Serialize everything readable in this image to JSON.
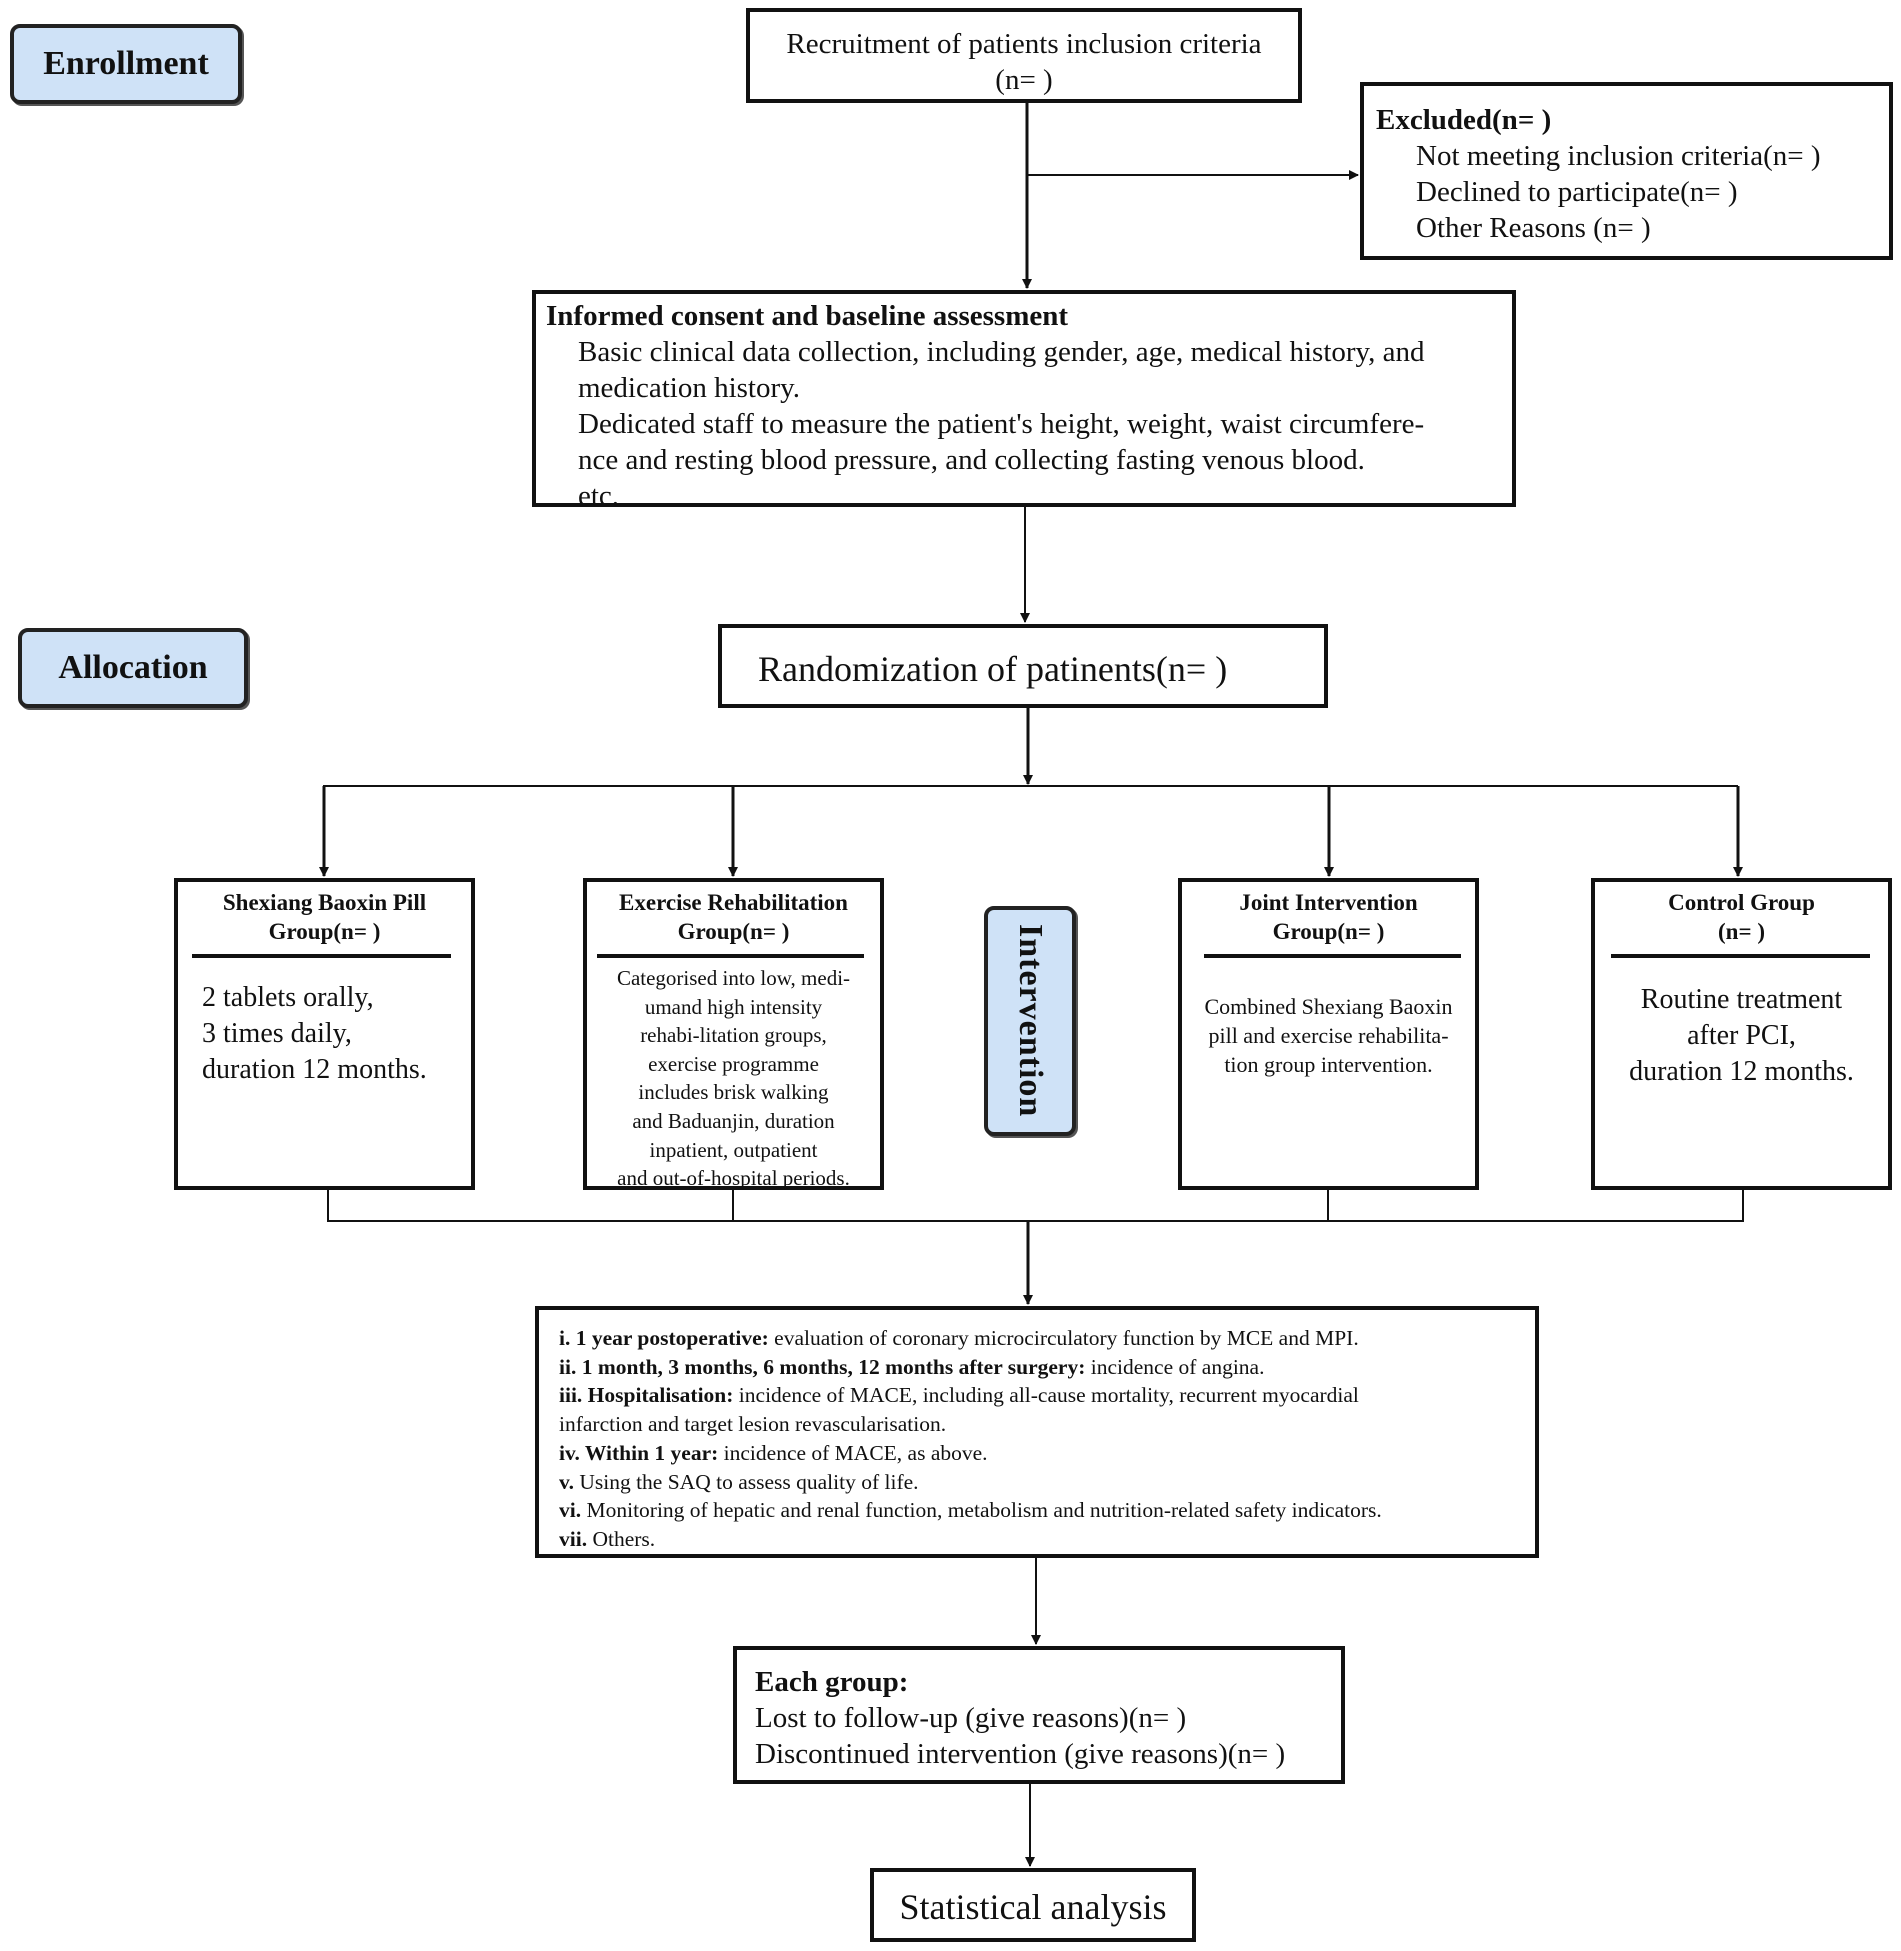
{
  "stages": {
    "enrollment": "Enrollment",
    "allocation": "Allocation",
    "intervention": "Intervention"
  },
  "recruitment": {
    "line1": "Recruitment of patients inclusion criteria",
    "line2": "(n= )"
  },
  "excluded": {
    "title": "Excluded(n= )",
    "items": [
      "Not meeting inclusion criteria(n= )",
      "Declined to participate(n= )",
      "Other Reasons (n= )"
    ]
  },
  "consent": {
    "title": "Informed consent and baseline assessment",
    "lines": [
      "Basic clinical data collection, including gender, age, medical history, and",
      "medication history.",
      "Dedicated staff to measure the patient's height, weight, waist circumfere-",
      "nce and resting blood pressure, and collecting fasting venous blood.",
      "etc."
    ]
  },
  "randomization": "Randomization of patinents(n= )",
  "groups": [
    {
      "title": [
        "Shexiang Baoxin Pill",
        "Group(n= )"
      ],
      "body": [
        "2 tablets orally,",
        "3 times daily,",
        "duration 12 months."
      ]
    },
    {
      "title": [
        "Exercise Rehabilitation",
        "Group(n= )"
      ],
      "body": [
        "Categorised into low, medi-",
        "umand high intensity",
        "rehabi-litation groups,",
        "exercise programme",
        "includes brisk walking",
        "and Baduanjin, duration",
        "inpatient, outpatient",
        "and out-of-hospital periods."
      ]
    },
    {
      "title": [
        "Joint Intervention",
        "Group(n= )"
      ],
      "body": [
        "Combined Shexiang Baoxin",
        "pill and exercise rehabilita-",
        "tion group intervention."
      ]
    },
    {
      "title": [
        "Control Group",
        "(n= )"
      ],
      "body": [
        "Routine treatment",
        "after PCI,",
        "duration 12 months."
      ]
    }
  ],
  "outcomes": [
    {
      "label": "i. 1 year postoperative:",
      "text": " evaluation of coronary microcirculatory function by MCE and MPI."
    },
    {
      "label": "ii. 1 month, 3 months, 6 months, 12 months after surgery:",
      "text": " incidence of angina."
    },
    {
      "label": "iii. Hospitalisation:",
      "text": " incidence of MACE, including all-cause mortality, recurrent myocardial"
    },
    {
      "label": "",
      "text": "infarction and target lesion revascularisation."
    },
    {
      "label": "iv. Within 1 year:",
      "text": "  incidence of MACE, as above."
    },
    {
      "label": "v.",
      "text": " Using the SAQ to assess quality of life."
    },
    {
      "label": "vi.",
      "text": " Monitoring of hepatic and renal function, metabolism and nutrition-related safety indicators."
    },
    {
      "label": "vii.",
      "text": " Others."
    }
  ],
  "followup": {
    "title": "Each group:",
    "lines": [
      "Lost to follow-up (give reasons)(n= )",
      "Discontinued intervention (give reasons)(n= )"
    ]
  },
  "analysis": "Statistical analysis"
}
